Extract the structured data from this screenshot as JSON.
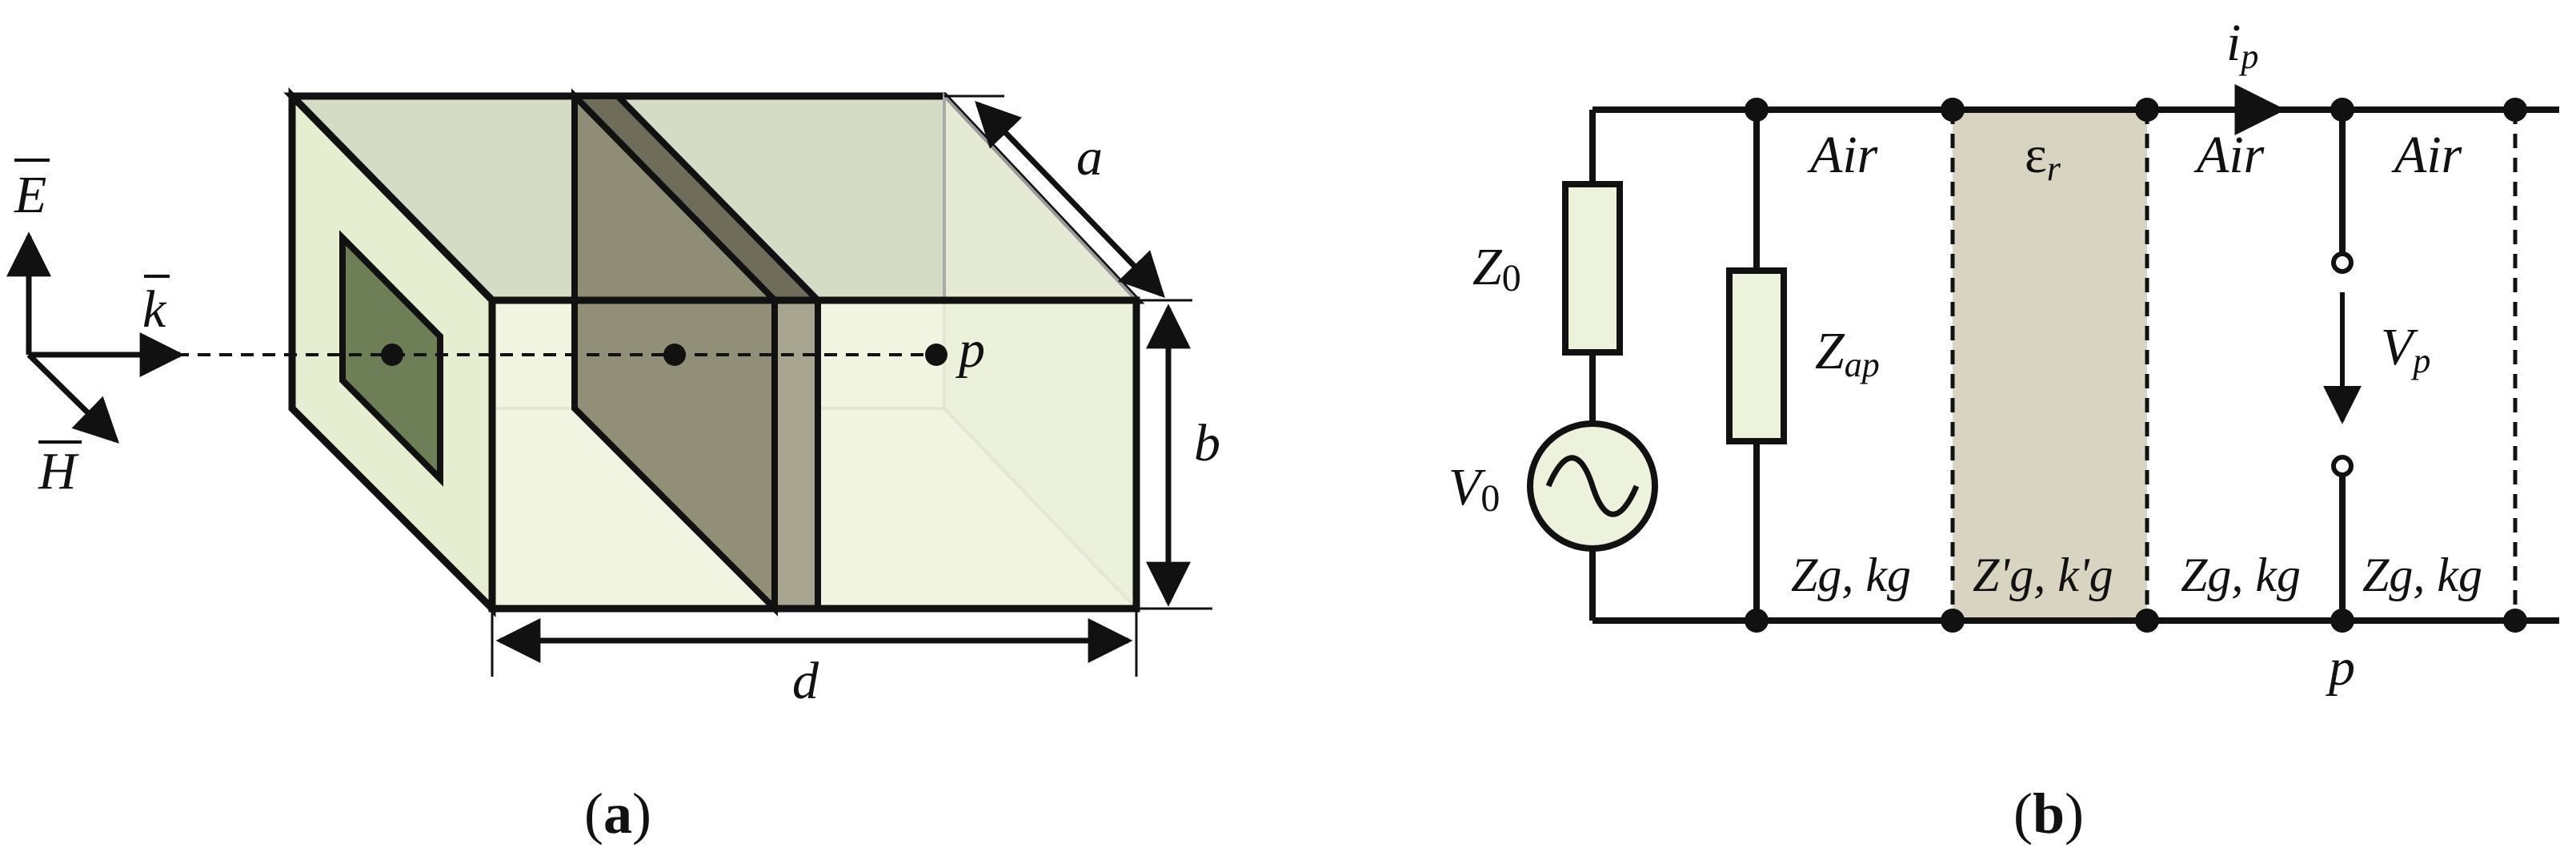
{
  "panel_a": {
    "caption_open": "(",
    "caption_letter": "a",
    "caption_close": ")",
    "label_E": "E",
    "label_k": "k",
    "label_H": "H",
    "label_a": "a",
    "label_b": "b",
    "label_d": "d",
    "label_p": "p"
  },
  "panel_b": {
    "caption_open": "(",
    "caption_letter": "b",
    "caption_close": ")",
    "label_Z0": "Z",
    "label_Z0_sub": "0",
    "label_V0": "V",
    "label_V0_sub": "0",
    "label_Zap": "Z",
    "label_Zap_sub": "ap",
    "label_air_1": "Air",
    "label_eps": "ε",
    "label_eps_sub": "r",
    "label_air_2": "Air",
    "label_air_3": "Air",
    "label_ip": "i",
    "label_ip_sub": "p",
    "label_Vp": "V",
    "label_Vp_sub": "p",
    "label_zk_1": "Zg, kg",
    "label_zk_2": "Z'g, k'g",
    "label_zk_3": "Zg, kg",
    "label_zk_4": "Zg, kg",
    "label_p": "p"
  },
  "colors": {
    "box_fill": "#edf2dc",
    "box_top": "#d5dcc6",
    "aperture": "#6e7f58",
    "slab": "#8a8670",
    "slab_edge": "#a7a58f",
    "dielectric": "#d9d4c1",
    "stroke": "#111111"
  }
}
